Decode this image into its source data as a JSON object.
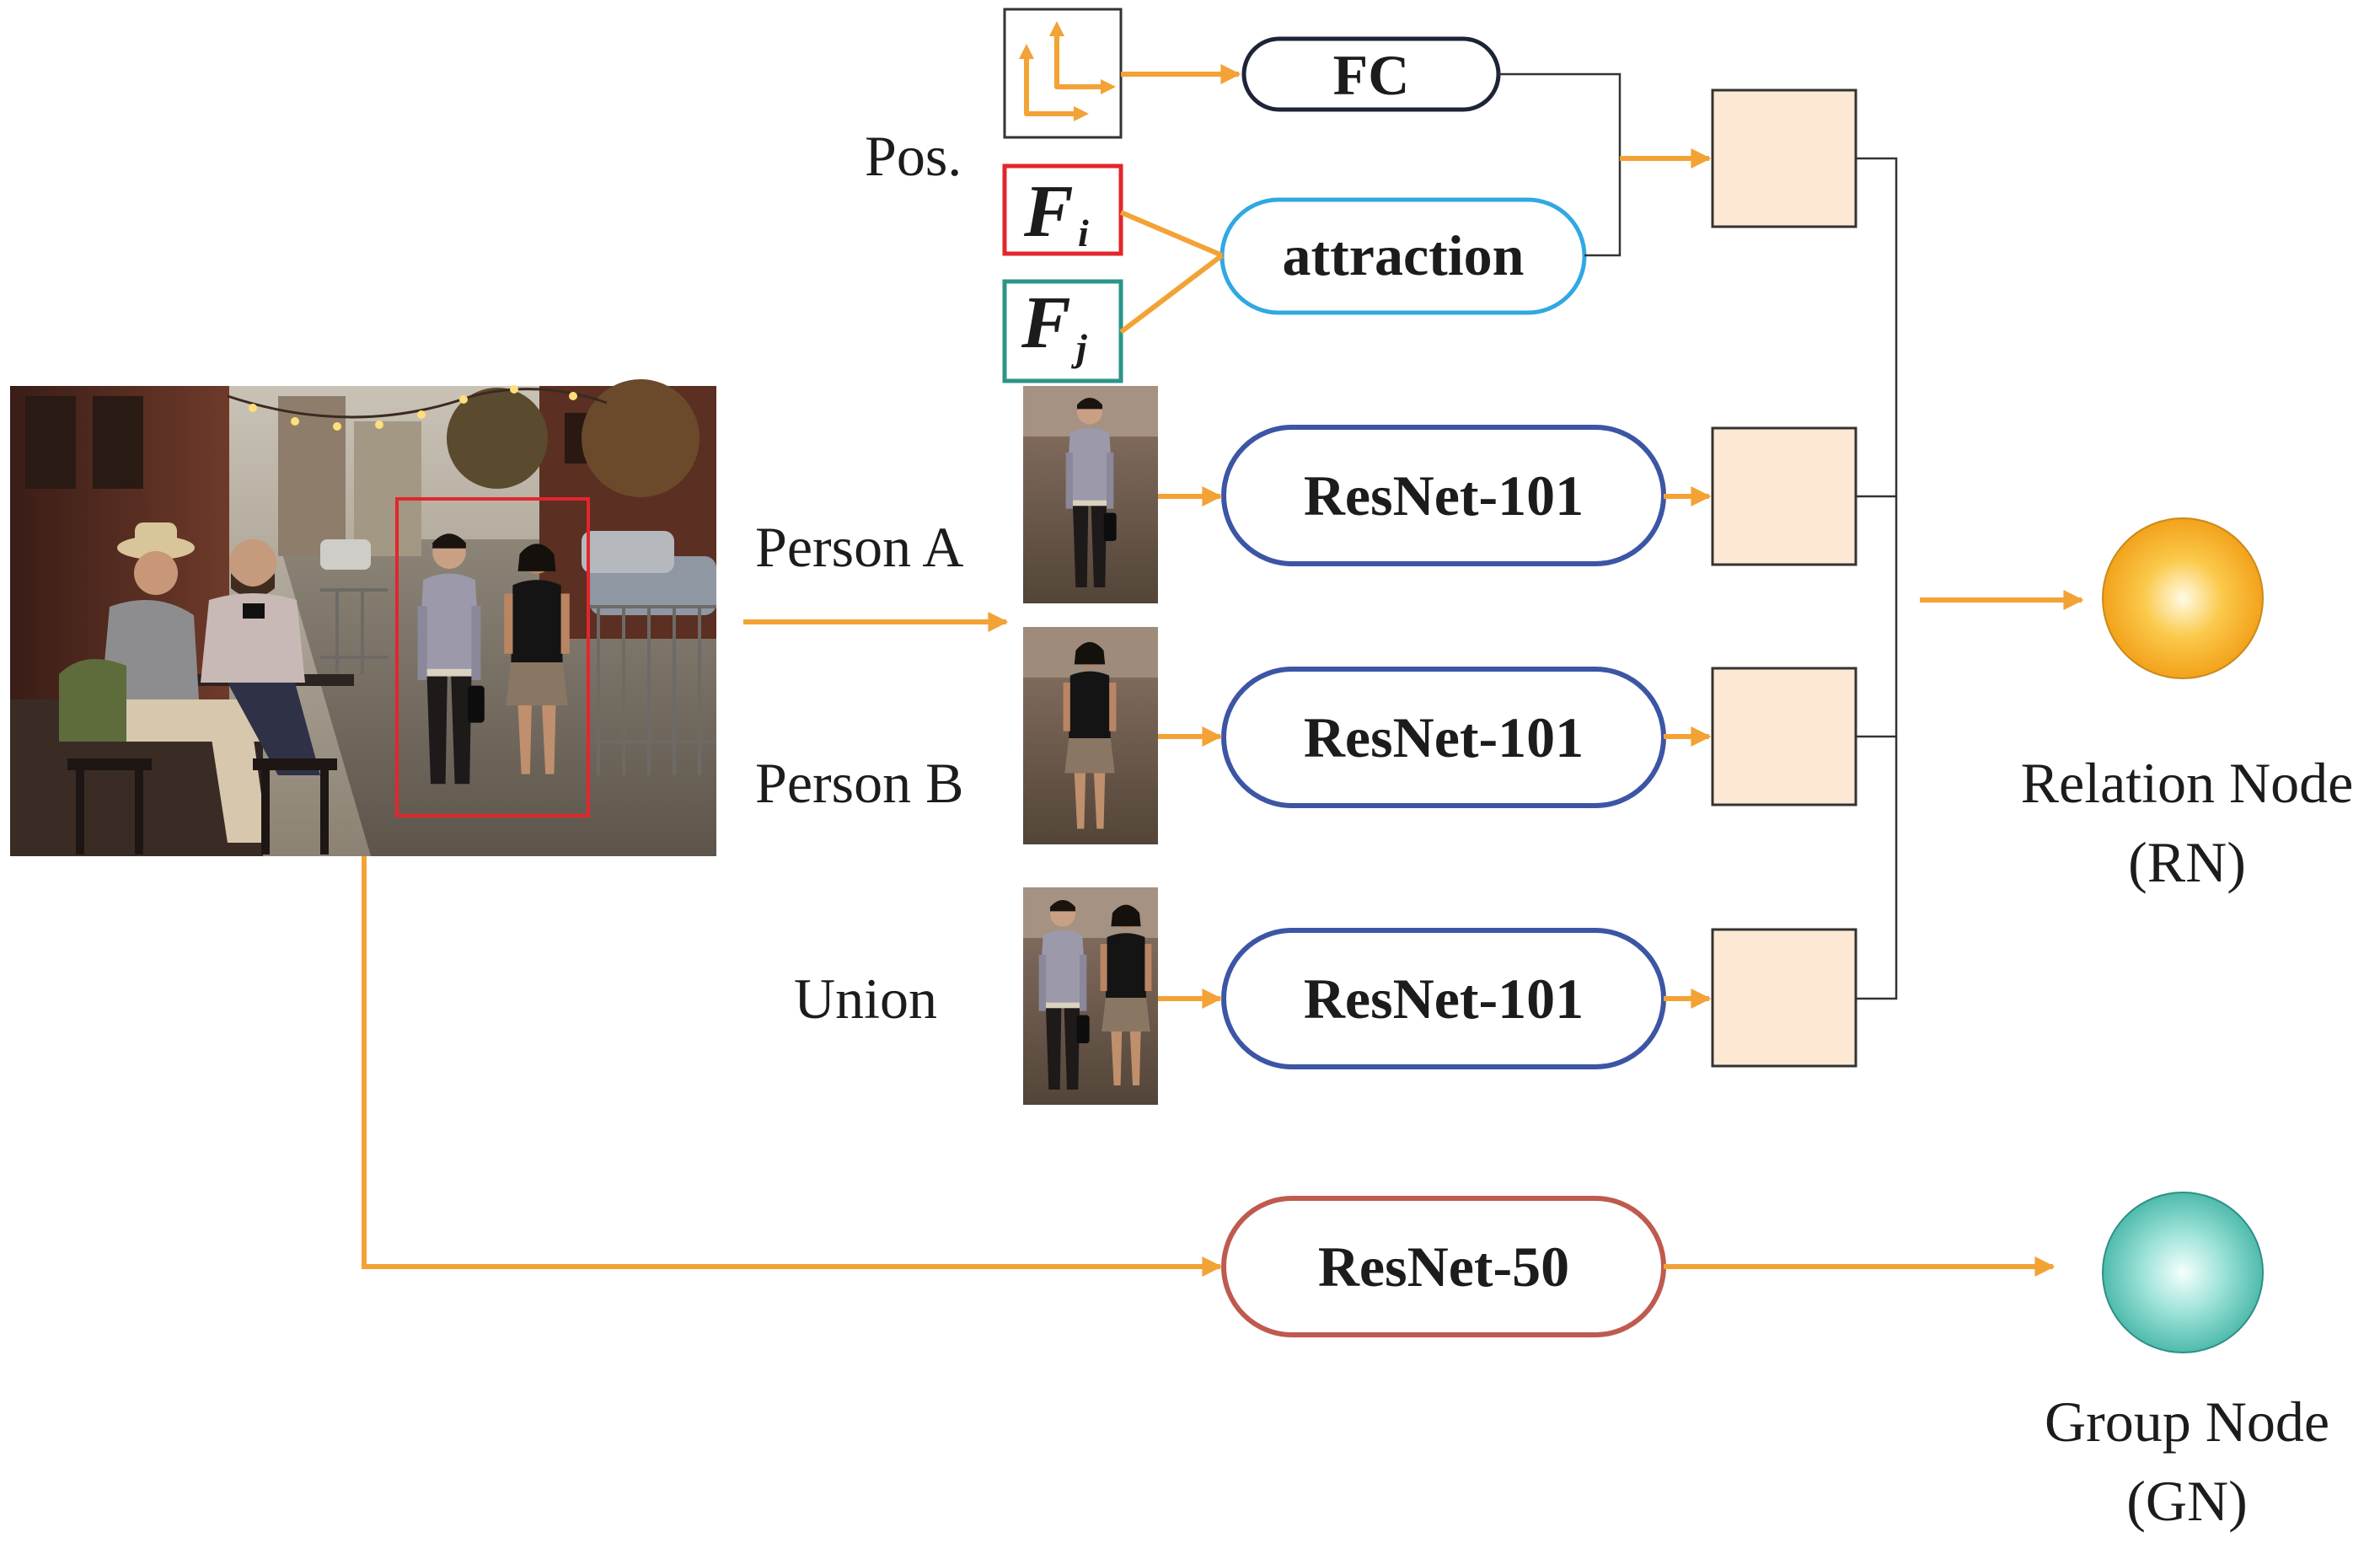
{
  "colors": {
    "arrow": "#f3a235",
    "connector": "#333333",
    "fc_border": "#1d2438",
    "attraction_border": "#30a8e2",
    "resnet101_border": "#3c55a5",
    "resnet50_border": "#bf5a4f",
    "fi_border": "#e2262d",
    "fj_border": "#2a9588",
    "feature_fill": "#fde9d3",
    "relation_node": "#f7a81b",
    "group_node": "#5cc9bb"
  },
  "labels": {
    "pos": "Pos.",
    "person_a": "Person A",
    "person_b": "Person B",
    "union": "Union"
  },
  "features": {
    "fi_letter": "F",
    "fi_sub": "i",
    "fj_letter": "F",
    "fj_sub": "j"
  },
  "nodes": {
    "fc": "FC",
    "attraction": "attraction",
    "resnet_a": "ResNet-101",
    "resnet_b": "ResNet-101",
    "resnet_union": "ResNet-101",
    "resnet_scene": "ResNet-50"
  },
  "outputs": {
    "relation_line1": "Relation Node",
    "relation_line2": "(RN)",
    "group_line1": "Group Node",
    "group_line2": "(GN)"
  },
  "icons": {
    "position": "coordinate-axes-icon",
    "scene": "street-scene-photo",
    "person_a": "person-a-crop-photo",
    "person_b": "person-b-crop-photo",
    "union": "union-crop-photo"
  }
}
